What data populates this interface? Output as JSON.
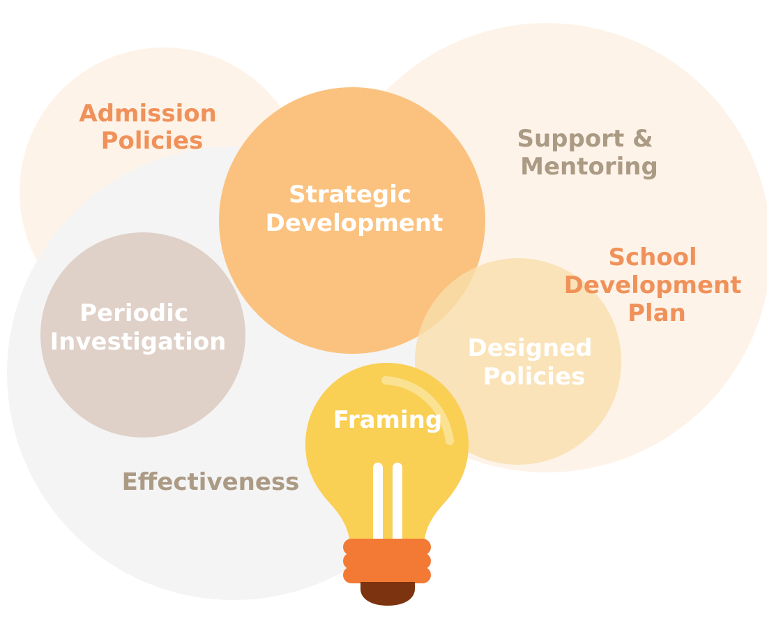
{
  "colors": {
    "admission_circle": "#fdf3e8",
    "support_circle": "#fdf3e8",
    "effectiveness_circle": "#f4f4f4",
    "strategic_circle": "#fbc27f",
    "periodic_circle": "#dfd0c8",
    "designed_circle": "#f9dfab",
    "bulb_glass": "#f9cf54",
    "bulb_filament": "#ffffff",
    "bulb_base": "#f27a35",
    "bulb_tip": "#7c3410",
    "label_orange": "#f0915a",
    "label_taupe": "#ab9a84",
    "label_white": "#ffffff"
  },
  "labels": {
    "admission": [
      "Admission",
      "Policies"
    ],
    "support": [
      "Support &",
      "Mentoring"
    ],
    "strategic": [
      "Strategic",
      "Development"
    ],
    "school": [
      "School",
      "Development",
      "Plan"
    ],
    "periodic": [
      "Periodic",
      "Investigation"
    ],
    "designed": [
      "Designed",
      "Policies"
    ],
    "framing": "Framing",
    "effectiveness": "Effectiveness"
  }
}
